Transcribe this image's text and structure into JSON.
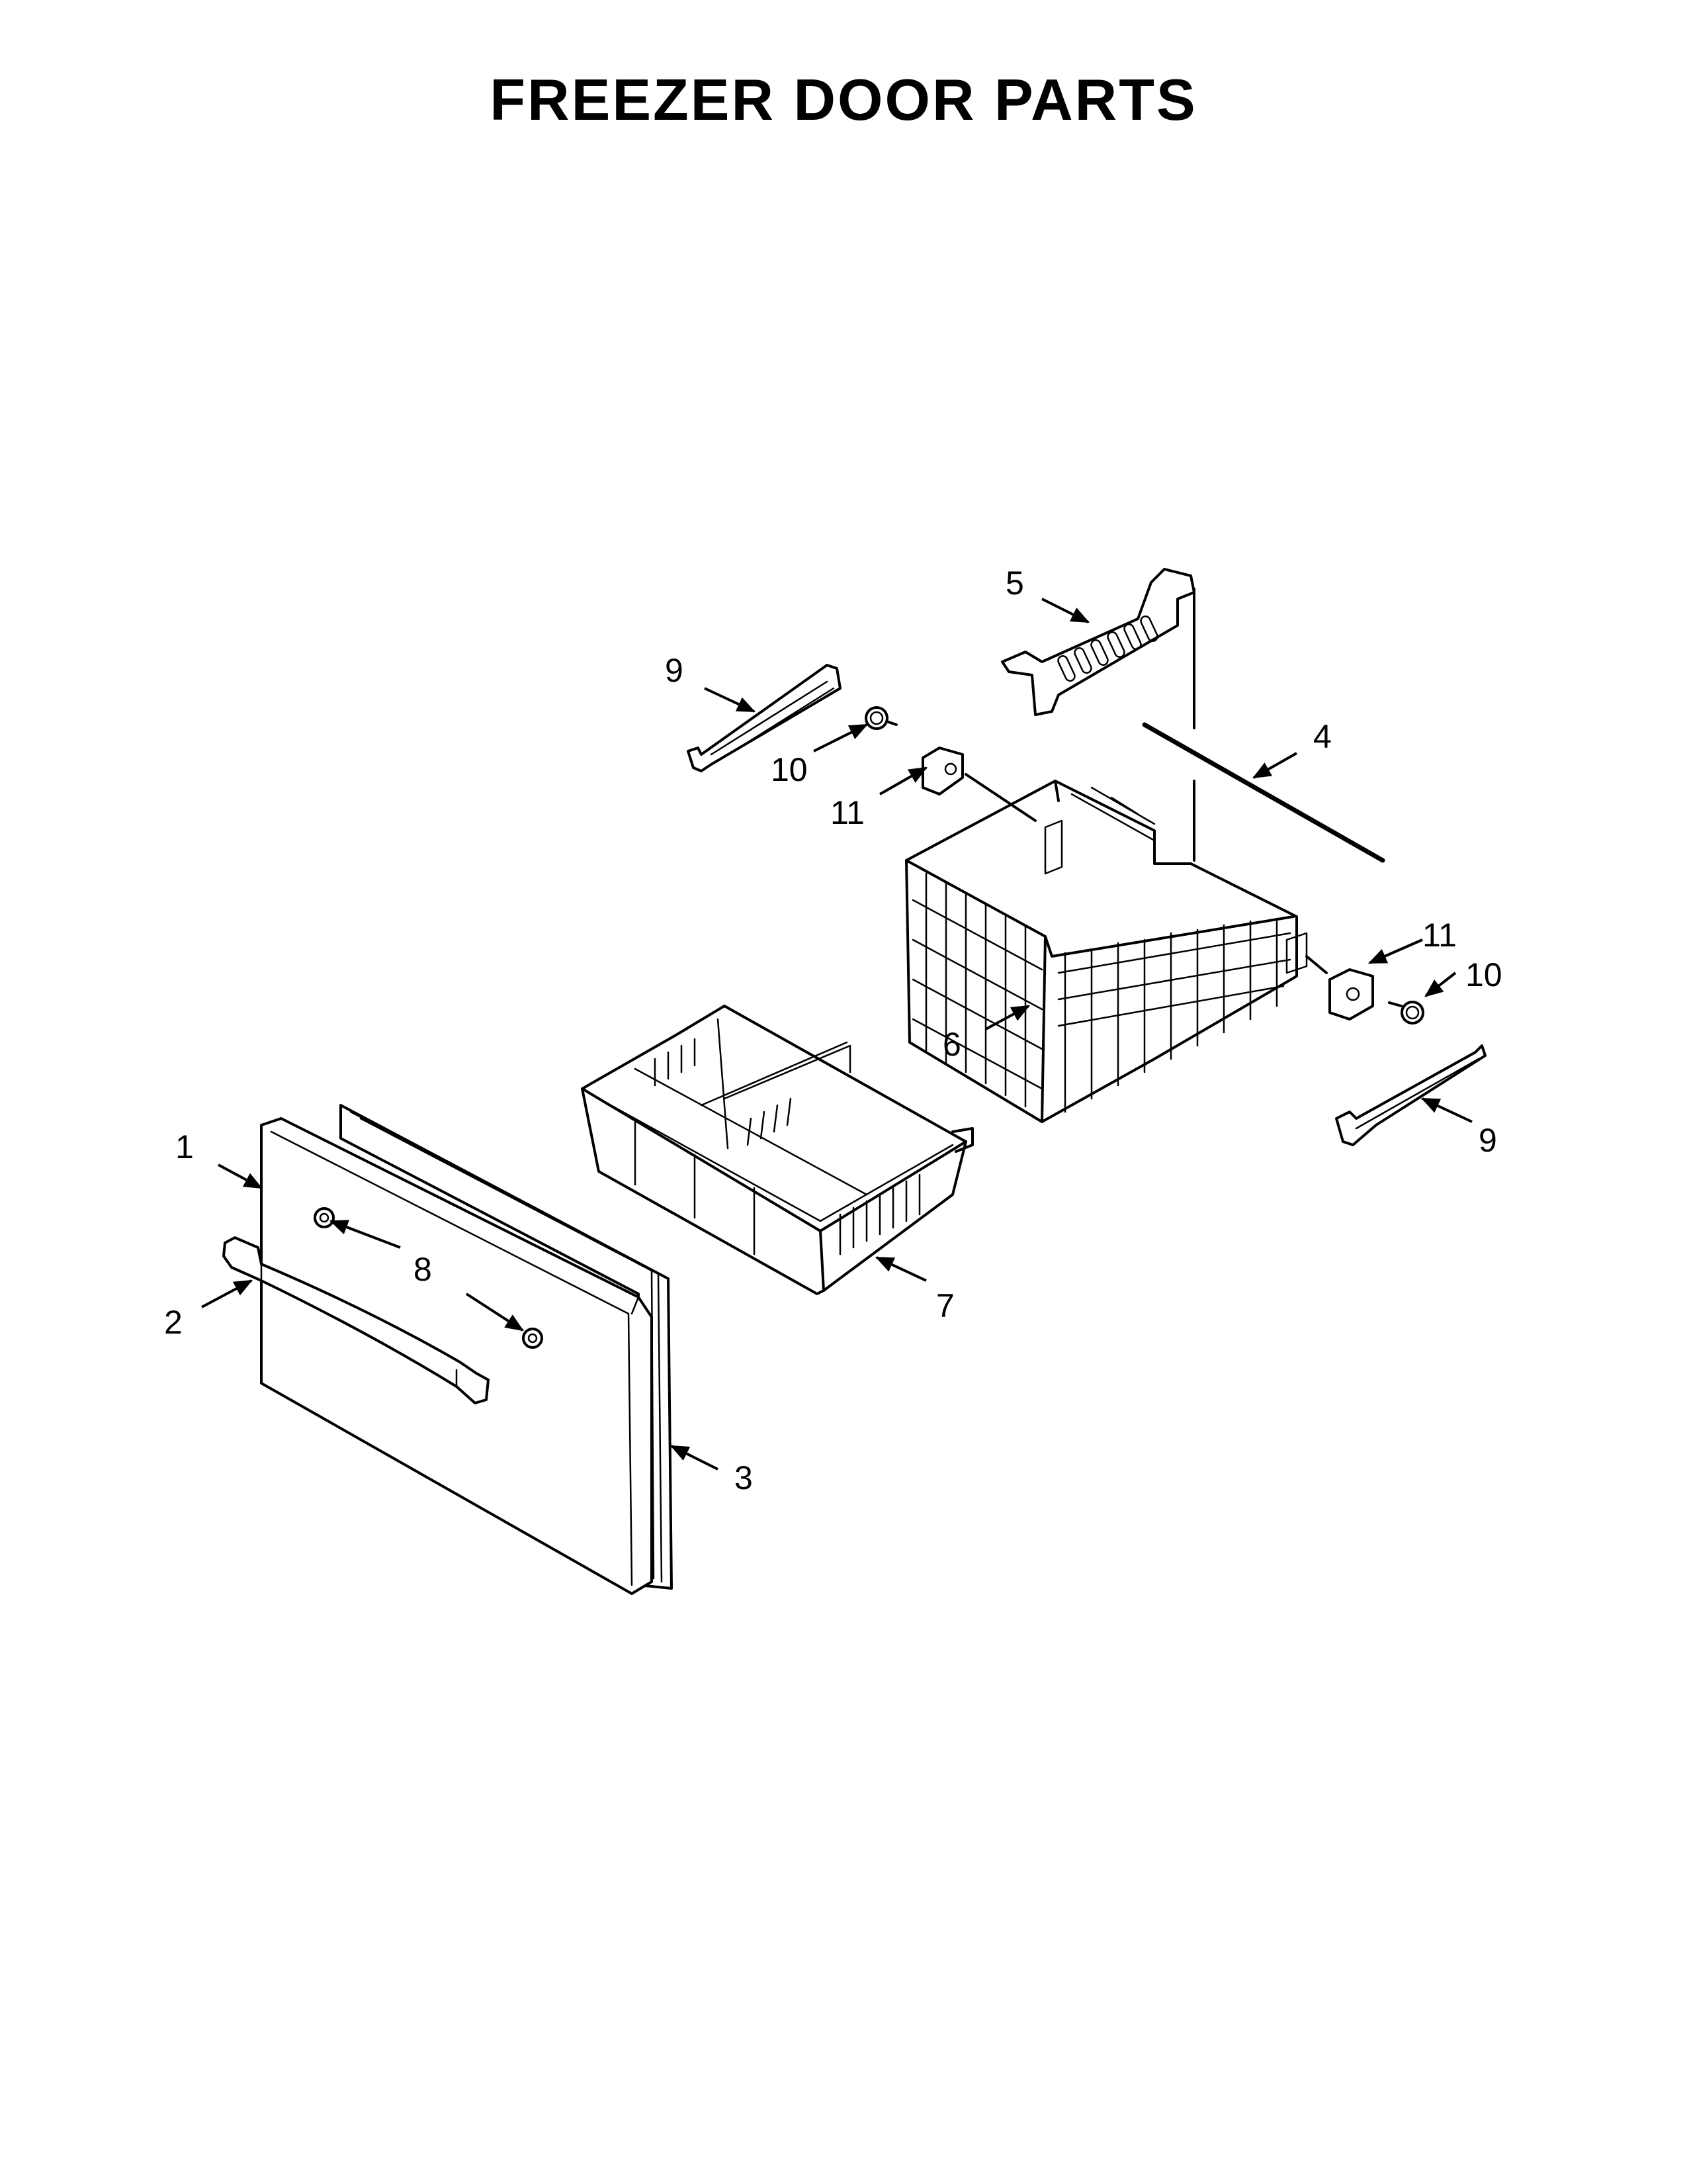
{
  "title": "FREEZER DOOR PARTS",
  "callouts": [
    {
      "id": "c1",
      "label": "1"
    },
    {
      "id": "c2",
      "label": "2"
    },
    {
      "id": "c3",
      "label": "3"
    },
    {
      "id": "c4",
      "label": "4"
    },
    {
      "id": "c5",
      "label": "5"
    },
    {
      "id": "c6",
      "label": "6"
    },
    {
      "id": "c7",
      "label": "7"
    },
    {
      "id": "c8",
      "label": "8"
    },
    {
      "id": "c9a",
      "label": "9"
    },
    {
      "id": "c9b",
      "label": "9"
    },
    {
      "id": "c10a",
      "label": "10"
    },
    {
      "id": "c10b",
      "label": "10"
    },
    {
      "id": "c11a",
      "label": "11"
    },
    {
      "id": "c11b",
      "label": "11"
    }
  ]
}
